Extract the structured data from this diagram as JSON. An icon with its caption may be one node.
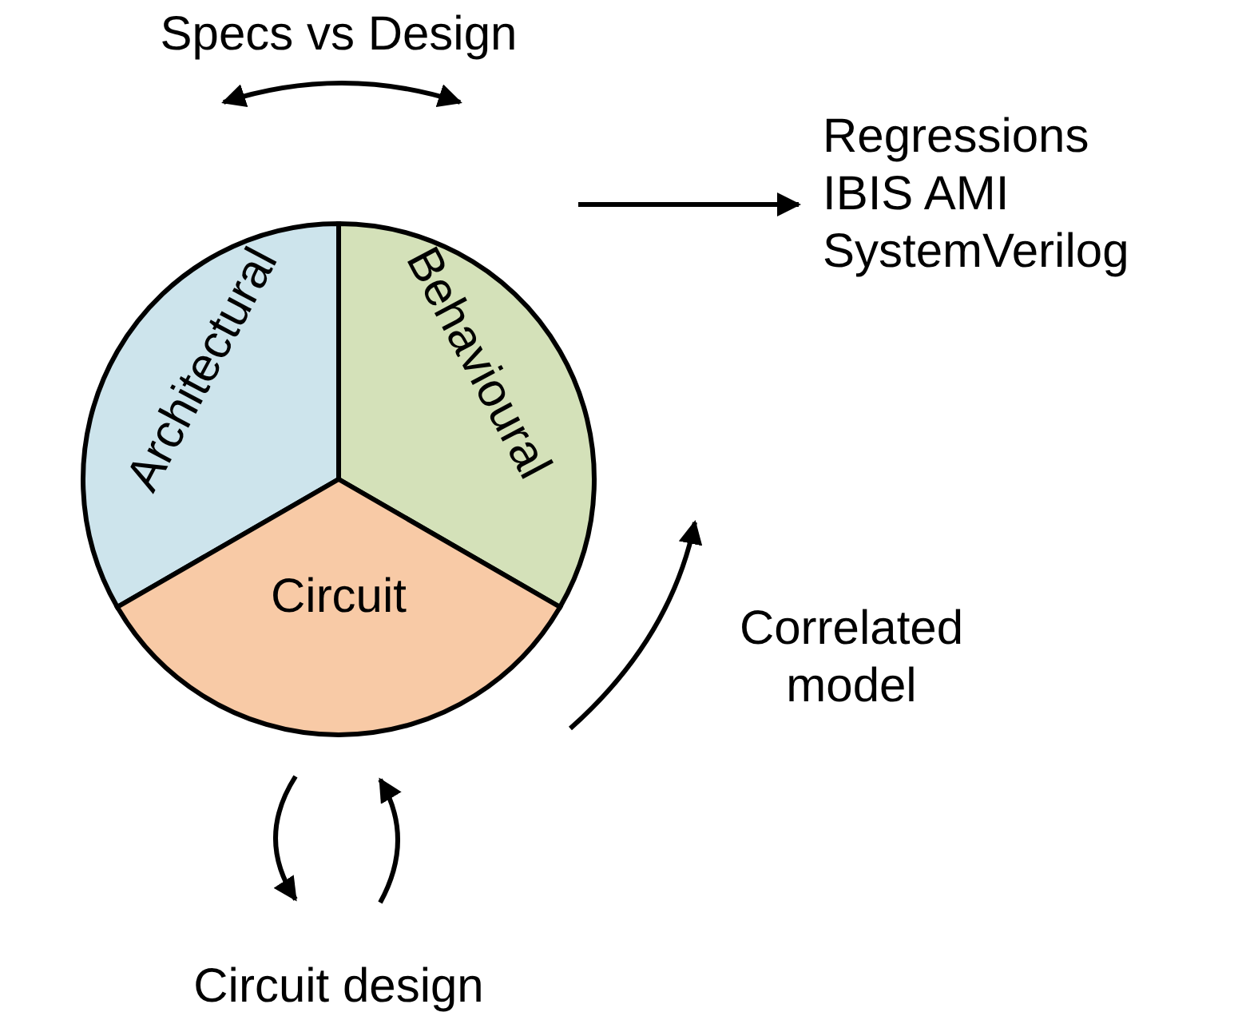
{
  "diagram": {
    "nodes": [
      {
        "text": [
          "Architectural"
        ]
      },
      {
        "text": [
          "Behavioural"
        ]
      },
      {
        "text": [
          "Circuit"
        ]
      },
      {
        "text": [
          "Regressions",
          "IBIS AMI",
          "SystemVerilog"
        ]
      }
    ],
    "edges": [
      {
        "from": null,
        "to": 3,
        "arrow": "to"
      }
    ],
    "labels": [
      "Specs vs Design",
      "Correlated model",
      "Circuit design"
    ]
  }
}
